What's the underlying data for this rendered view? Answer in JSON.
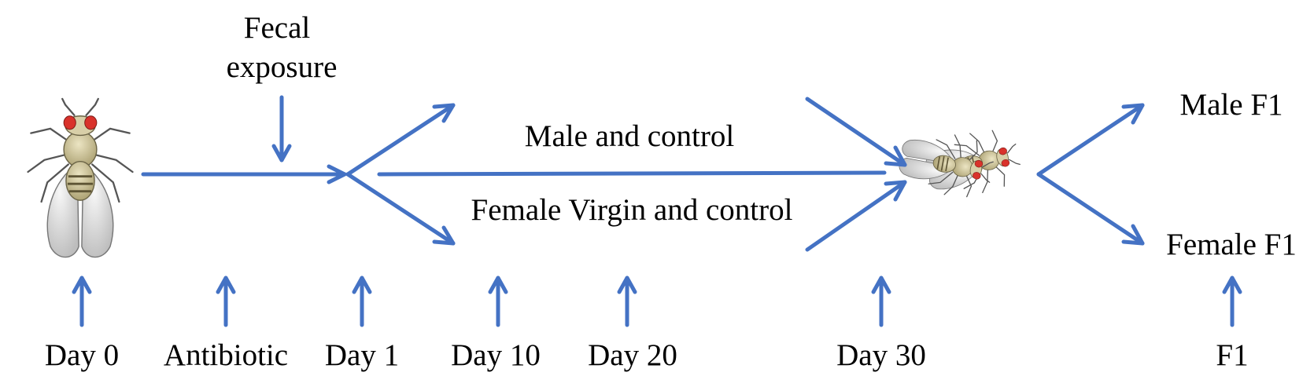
{
  "labels": {
    "fecal_exposure_line1": "Fecal",
    "fecal_exposure_line2": "exposure",
    "male_branch": "Male and control",
    "female_branch": "Female Virgin and control",
    "male_f1": "Male F1",
    "female_f1": "Female F1"
  },
  "timeline": [
    "Day 0",
    "Antibiotic",
    "Day 1",
    "Day 10",
    "Day 20",
    "Day 30",
    "F1"
  ],
  "icons": {
    "single_fly": "fruit-fly-icon",
    "mating_pair": "mating-flies-icon"
  },
  "colors": {
    "arrow": "#4472c4",
    "text": "#000000",
    "fly_eye": "#d9322b",
    "fly_body": "#c9c19a",
    "fly_wing": "#e2e2e2"
  }
}
